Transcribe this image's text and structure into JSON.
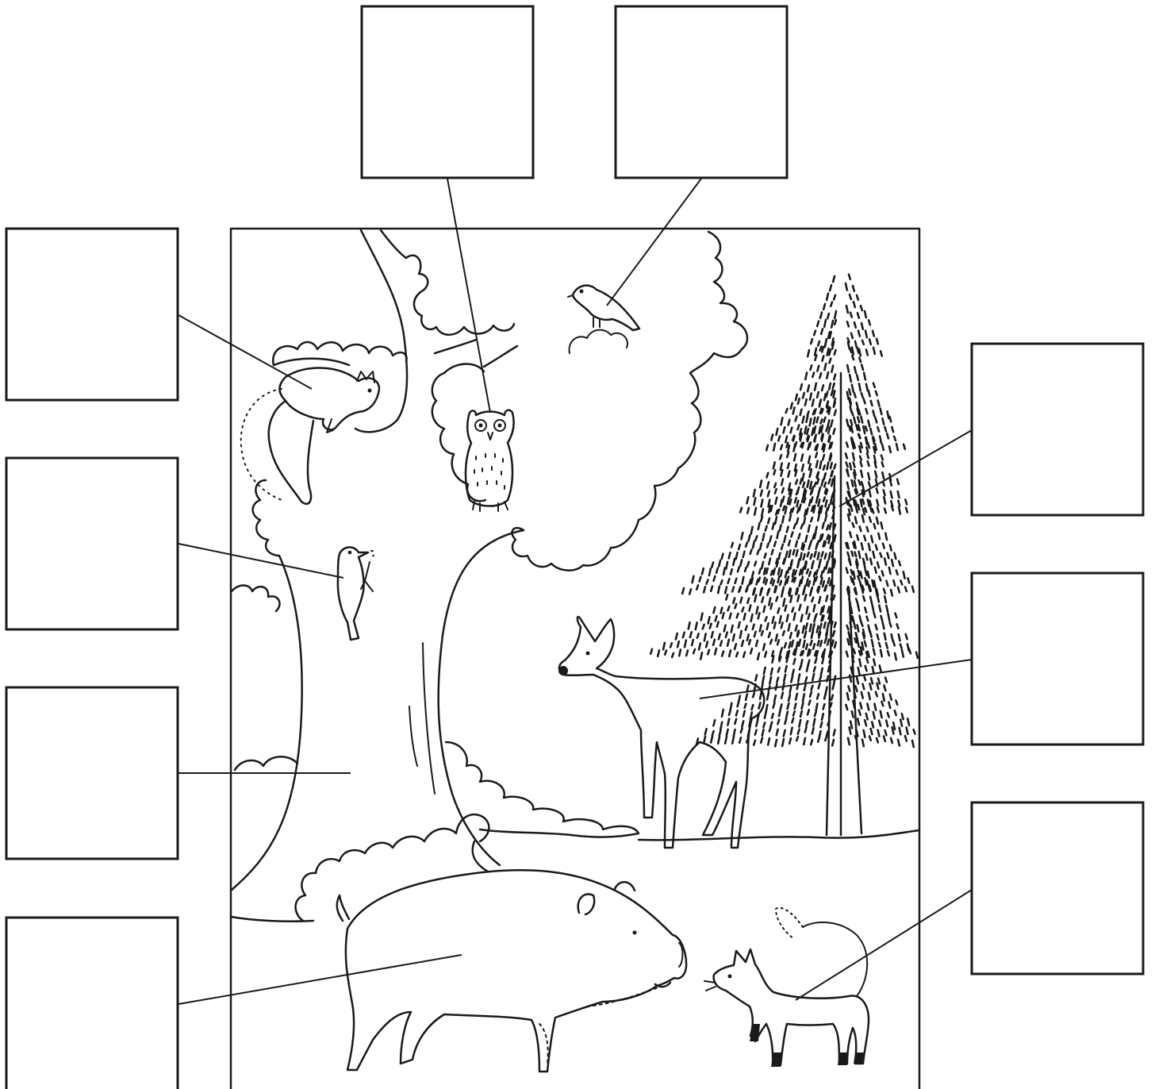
{
  "worksheet": {
    "label_boxes": [
      {
        "id": "owl",
        "text": ""
      },
      {
        "id": "tit",
        "text": ""
      },
      {
        "id": "squirrel",
        "text": ""
      },
      {
        "id": "woodpecker",
        "text": ""
      },
      {
        "id": "oak",
        "text": ""
      },
      {
        "id": "boar",
        "text": ""
      },
      {
        "id": "spruce",
        "text": ""
      },
      {
        "id": "deer",
        "text": ""
      },
      {
        "id": "cat",
        "text": ""
      }
    ]
  },
  "colors": {
    "ink": "#1a1a1a",
    "paper": "#ffffff"
  }
}
